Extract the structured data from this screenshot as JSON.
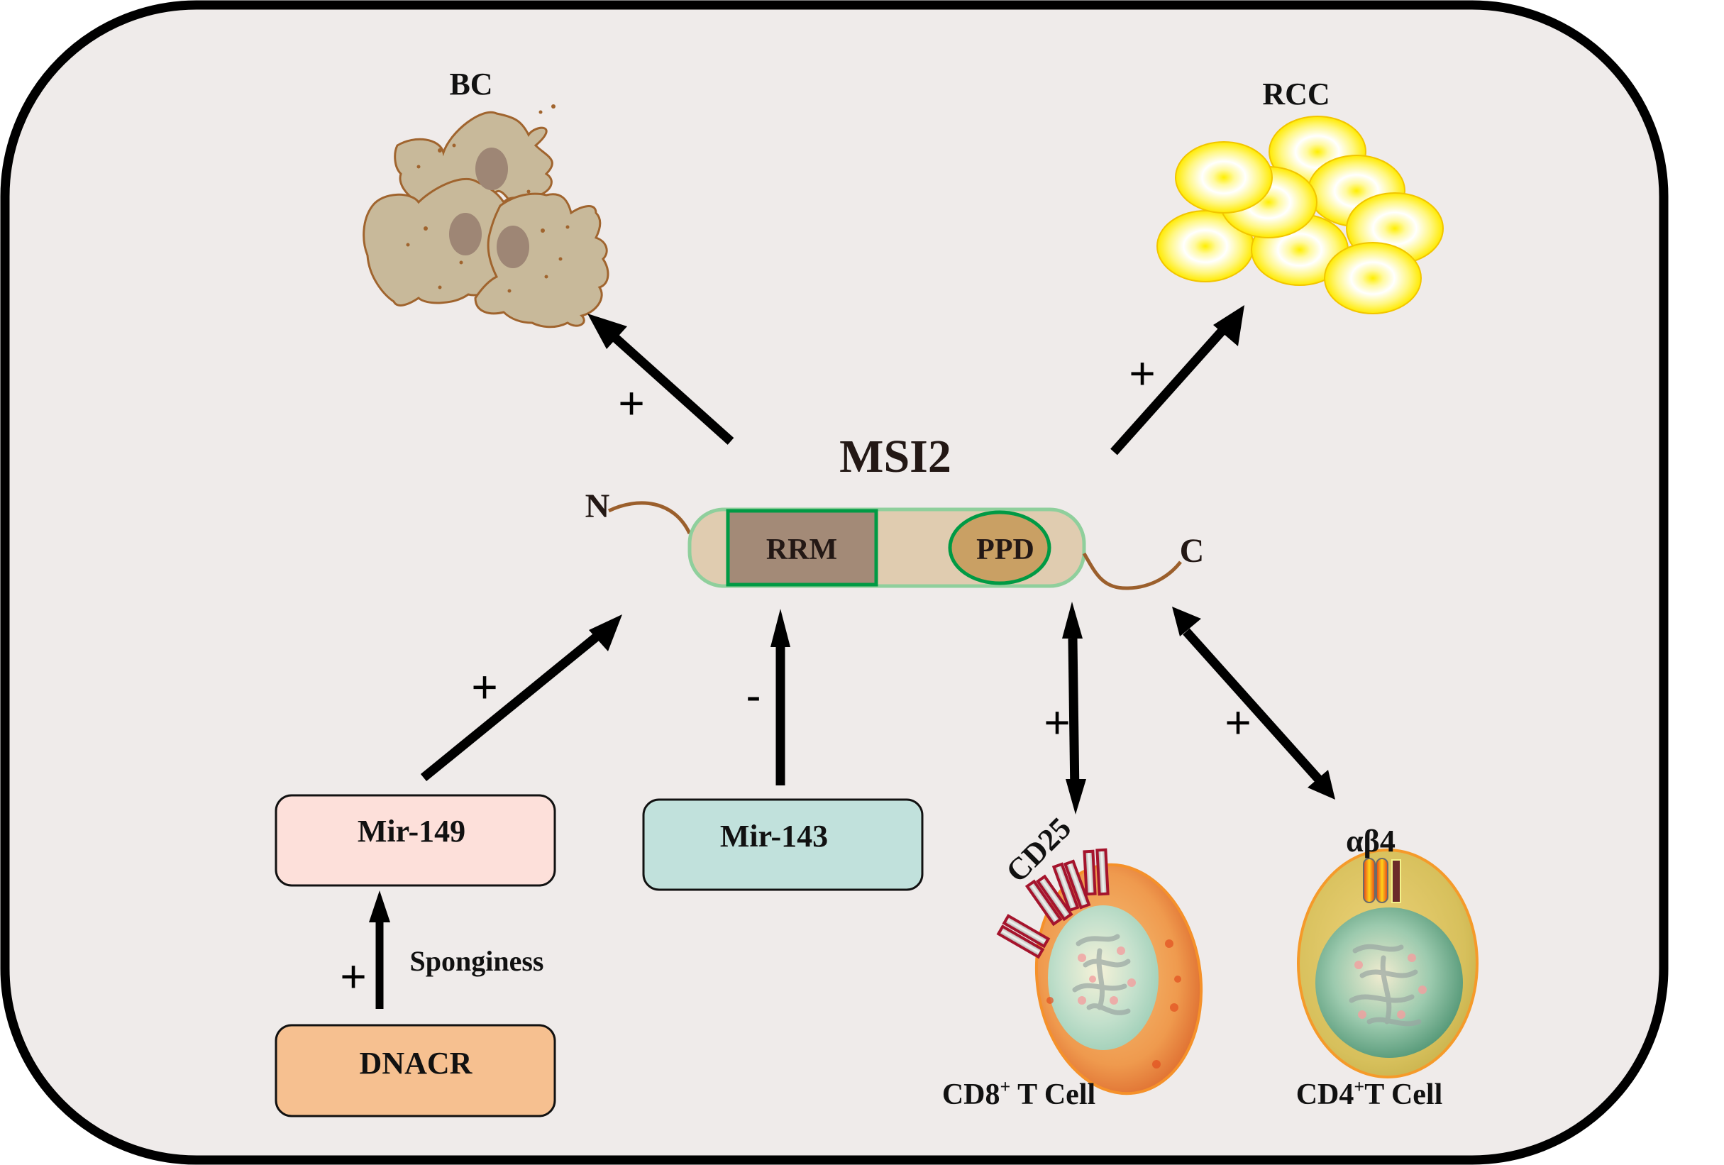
{
  "diagram": {
    "title": "MSI2",
    "protein": {
      "n_terminus": "N",
      "c_terminus": "C",
      "domains": [
        {
          "name": "RRM",
          "color": "#a38a77"
        },
        {
          "name": "PPD",
          "color": "#c9a064"
        }
      ],
      "body_color": "#e0ccb0",
      "outline_color": "#009a44"
    },
    "targets": [
      {
        "id": "bc",
        "label": "BC",
        "effect": "+"
      },
      {
        "id": "rcc",
        "label": "RCC",
        "effect": "+"
      }
    ],
    "regulators": [
      {
        "id": "mir149",
        "label": "Mir-149",
        "effect": "+",
        "color": "#fde0da"
      },
      {
        "id": "mir143",
        "label": "Mir-143",
        "effect": "-",
        "color": "#c1e1dc"
      },
      {
        "id": "dnacr",
        "label": "DNACR",
        "effect": "+",
        "color": "#f6c090"
      }
    ],
    "dnacr_to_mir149": {
      "label": "Sponginess",
      "effect": "+"
    },
    "immune_cells": [
      {
        "id": "cd8",
        "label_main": "CD8",
        "label_sup": "+",
        "label_tail": " T Cell",
        "marker": "CD25",
        "effect": "+",
        "relation": "bidirectional"
      },
      {
        "id": "cd4",
        "label_main": "CD4",
        "label_sup": "+",
        "label_tail": "T Cell",
        "marker": "αβ4",
        "effect": "+",
        "relation": "bidirectional"
      }
    ],
    "colors": {
      "background": "#efebea",
      "frame": "#000000",
      "bc_cell": "#c8b99a",
      "bc_outline": "#a0642e",
      "rcc_cell": "#ffef00",
      "tail": "#9b5f2c"
    }
  }
}
